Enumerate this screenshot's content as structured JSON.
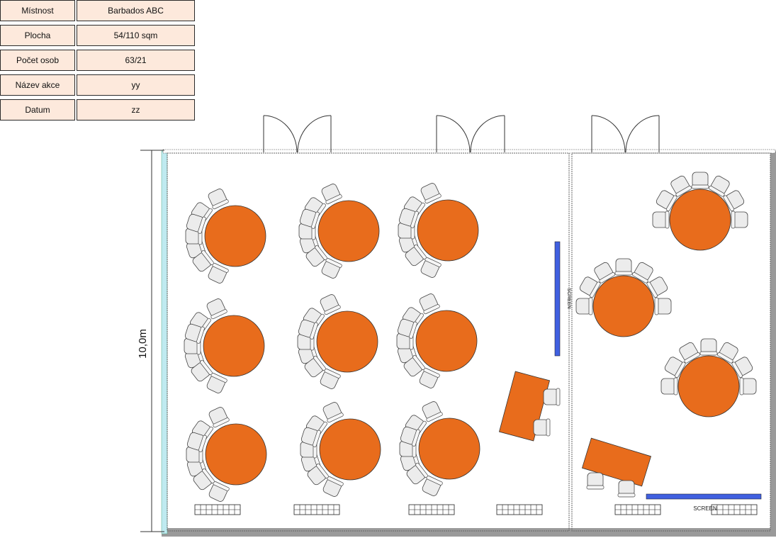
{
  "info": [
    {
      "label": "Místnost",
      "value": "Barbados ABC"
    },
    {
      "label": "Plocha",
      "value": "54/110 sqm"
    },
    {
      "label": "Počet osob",
      "value": "63/21"
    },
    {
      "label": "Název akce",
      "value": "yy"
    },
    {
      "label": "Datum",
      "value": "zz"
    }
  ],
  "plan": {
    "dimension_label": "10,0m",
    "screen_label": "SCREEN",
    "colors": {
      "table_fill": "#e86c1c",
      "chair_fill": "#ececec",
      "screen_fill": "#4060e0",
      "wall_left": "#bfeaf0",
      "wall_outer": "#9a9a9a"
    }
  }
}
